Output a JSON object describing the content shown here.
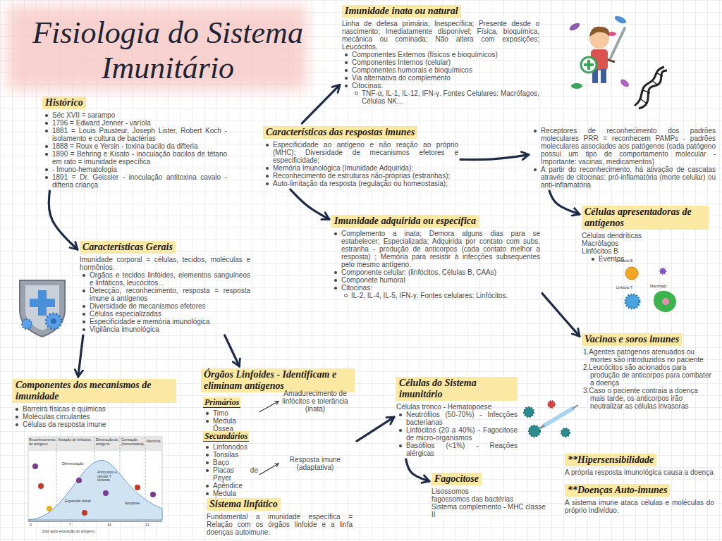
{
  "diagram": {
    "title": "Fisiologia do Sistema Imunitário",
    "nodes": [
      {
        "text": [
          "Histórico",
          "Séc XVII = sarampo",
          "1796 = Edward Jenner - varíola",
          "1881 = Louis Pausteur, Joseph Lister, Robert Koch - isolamento e cultura de bactérias",
          "1888 = Roux e Yersin - toxina bacilo da difteria",
          "1890 = Behring e Kisato - inoculação bacilos de tétano em rato = imunidade específica",
          "- Imuno-hematologia",
          "1891 = Dr. Geissler - inoculação antitoxina cavalo - difteria criança"
        ]
      },
      {
        "text": [
          "Características Gerais",
          "Imunidade corporal = células, tecidos, moléculas e hormônios.",
          "Órgãos e tecidos linfóides, elementos sanguíneos e linfáticos, leucócitos...",
          "Detecção, reconhecimento, resposta = resposta imune a antígenos",
          "Diversidade de mecanismos efetores",
          "Células especializadas",
          "Especificidade e memória imunológica",
          "Vigilância imunológica"
        ]
      },
      {
        "text": [
          "Imunidade inata ou natural",
          "Linha de defesa primária; Inespecífica; Presente desde o nascimento; Imediatamente disponível; Física, bioquímica, mecânica ou cominada; Não altera com exposições; Leucócitos.",
          "Componentes Externos (físicos e bioquímicos)",
          "Componentes Internos (celular)",
          "Componentes humorais e bioquímicos",
          "Via alternativa do complemento",
          "Citocinas:",
          "TNF-α, IL-1, IL-12, IFN-γ. Fontes Celulares: Macrófagos, Células NK..."
        ]
      },
      {
        "text": [
          "Características das respostas imunes",
          "Especificidade ao antígeno e não reação ao próprio (MHC); Diversidade de mecanismos efetores e especificidade;",
          "Memória Imunológica (Imunidade Adquirida);",
          "Reconhecimento de estruturas não-próprias (estranhas);",
          "Auto-limitação da resposta (regulação ou homeostasia);"
        ]
      },
      {
        "text": [
          "Imunidade adquirida ou específica",
          "Complemento a inata; Demora alguns dias para se estabelecer; Especializada; Adquirida por contato com subs. estranha - produção de anticorpos (cada contato melhor a resposta) ; Memória para resistir à infecções subsequentes pelo mesmo antígeno.",
          "Componente celular: (linfócitos, Células B, CAAs)",
          "Componete humoral",
          "Citocinas:",
          "IL-2, IL-4, IL-5, IFN-γ. Fontes celulares: Linfócitos."
        ]
      },
      {
        "text": [
          "Receptores de reconhecimento dos padrões moleculares PRR = reconhecem PAMPs - padrões moleculares associados aos patógenos (cada patógeno possui um tipo de comportamento molecular - Importante: vacinas, medicamentos)",
          "A partir do reconhecimento, há ativação de cascatas através de citocinas: pró-inflamatória (morte celular) ou anti-inflamatória"
        ]
      },
      {
        "text": [
          "Células apresentadoras de antígenos",
          "Células dendríticas",
          "Macrófagos",
          "Linfócitos B",
          "Eventos"
        ]
      },
      {
        "text": [
          "Vacinas e soros imunes",
          "1.Agentes patógenos atenuados ou mortes são introduzidos no paciente",
          "2.Leucócitos são acionados para produção de anticorpos para combater a doença",
          "3.Caso o paciente contraia a doença mais tarde, os anticorpos irão neutralizar as células invasoras"
        ]
      },
      {
        "text": [
          "Componentes dos mecanismos de imunidade",
          "Barreira físicas e químicas",
          "Moléculas circulantes",
          "Células da resposta imune"
        ]
      },
      {
        "text": [
          "Órgãos Linfoides - Identificam e eliminam antígenos"
        ]
      },
      {
        "text": [
          "Primários",
          "Timo",
          "Medula Óssea"
        ],
        "in": 9
      },
      {
        "text": [
          "Amadurecimento de linfócitos e tolerância (inata)"
        ],
        "in": 9
      },
      {
        "text": [
          "Secundários",
          "Linfonodos",
          "Tonsilas",
          "Baço",
          "Placas de Peyer",
          "Apêndice",
          "Medula Óssea"
        ],
        "in": 9
      },
      {
        "text": [
          "Resposta imune (adaptativa)"
        ],
        "in": 9
      },
      {
        "text": [
          "Sistema linfático",
          "Fundamental a imunidade específica = Relação com os órgãos linfoide e a linfa doenças autoimune."
        ]
      },
      {
        "text": [
          "Células do Sistema imunitário",
          "Células tronco - Hematopoese",
          "Neutrófilos (50-70%) - Infecções bacterianas",
          "Linfócitos (20 a 40%) - Fagocitose de micro-organismos",
          "Basófilos (<1%) - Reações alérgicas"
        ]
      },
      {
        "text": [
          "Fagocitose",
          "Lisossomos",
          "fagossomos das bactérias",
          "Sistema complemento - MHC classe II"
        ]
      },
      {
        "text": [
          "**Hipersensibilidade",
          "A própria resposta imunológica causa a doença"
        ]
      },
      {
        "text": [
          "**Doenças Auto-imunes",
          "A sistema imune ataca células e moléculas do próprio indivíduo."
        ]
      }
    ],
    "edges": [
      {
        "from": 0,
        "to": 1,
        "arrow": "to"
      },
      {
        "from": 3,
        "to": 2,
        "arrow": "to"
      },
      {
        "from": 3,
        "to": 4,
        "arrow": "to"
      },
      {
        "from": 3,
        "to": 5,
        "arrow": "to"
      },
      {
        "from": 5,
        "to": 6,
        "arrow": "to"
      },
      {
        "from": 4,
        "to": 7,
        "arrow": "to"
      },
      {
        "from": 1,
        "to": 8,
        "arrow": "to"
      },
      {
        "from": 1,
        "to": 9,
        "arrow": "to"
      },
      {
        "from": 10,
        "to": 11,
        "arrow": "to"
      },
      {
        "from": 12,
        "to": 13,
        "arrow": "to"
      },
      {
        "from": 9,
        "to": 15,
        "arrow": "to"
      },
      {
        "from": 15,
        "to": 16,
        "arrow": "to"
      }
    ],
    "labels": [
      "Reconhecimento do antígeno",
      "Ativação de linfócitos",
      "Eliminação do antígeno",
      "Contração (homeostasia)",
      "Memória",
      "Diferenciação",
      "Expansão clonal",
      "Anticorpos e células T efetoras",
      "Apoptose",
      "0",
      "7",
      "14",
      "21",
      "Dias após exposição do antígeno",
      "Linfócito B",
      "Linfócito T",
      "Macrófago"
    ]
  }
}
